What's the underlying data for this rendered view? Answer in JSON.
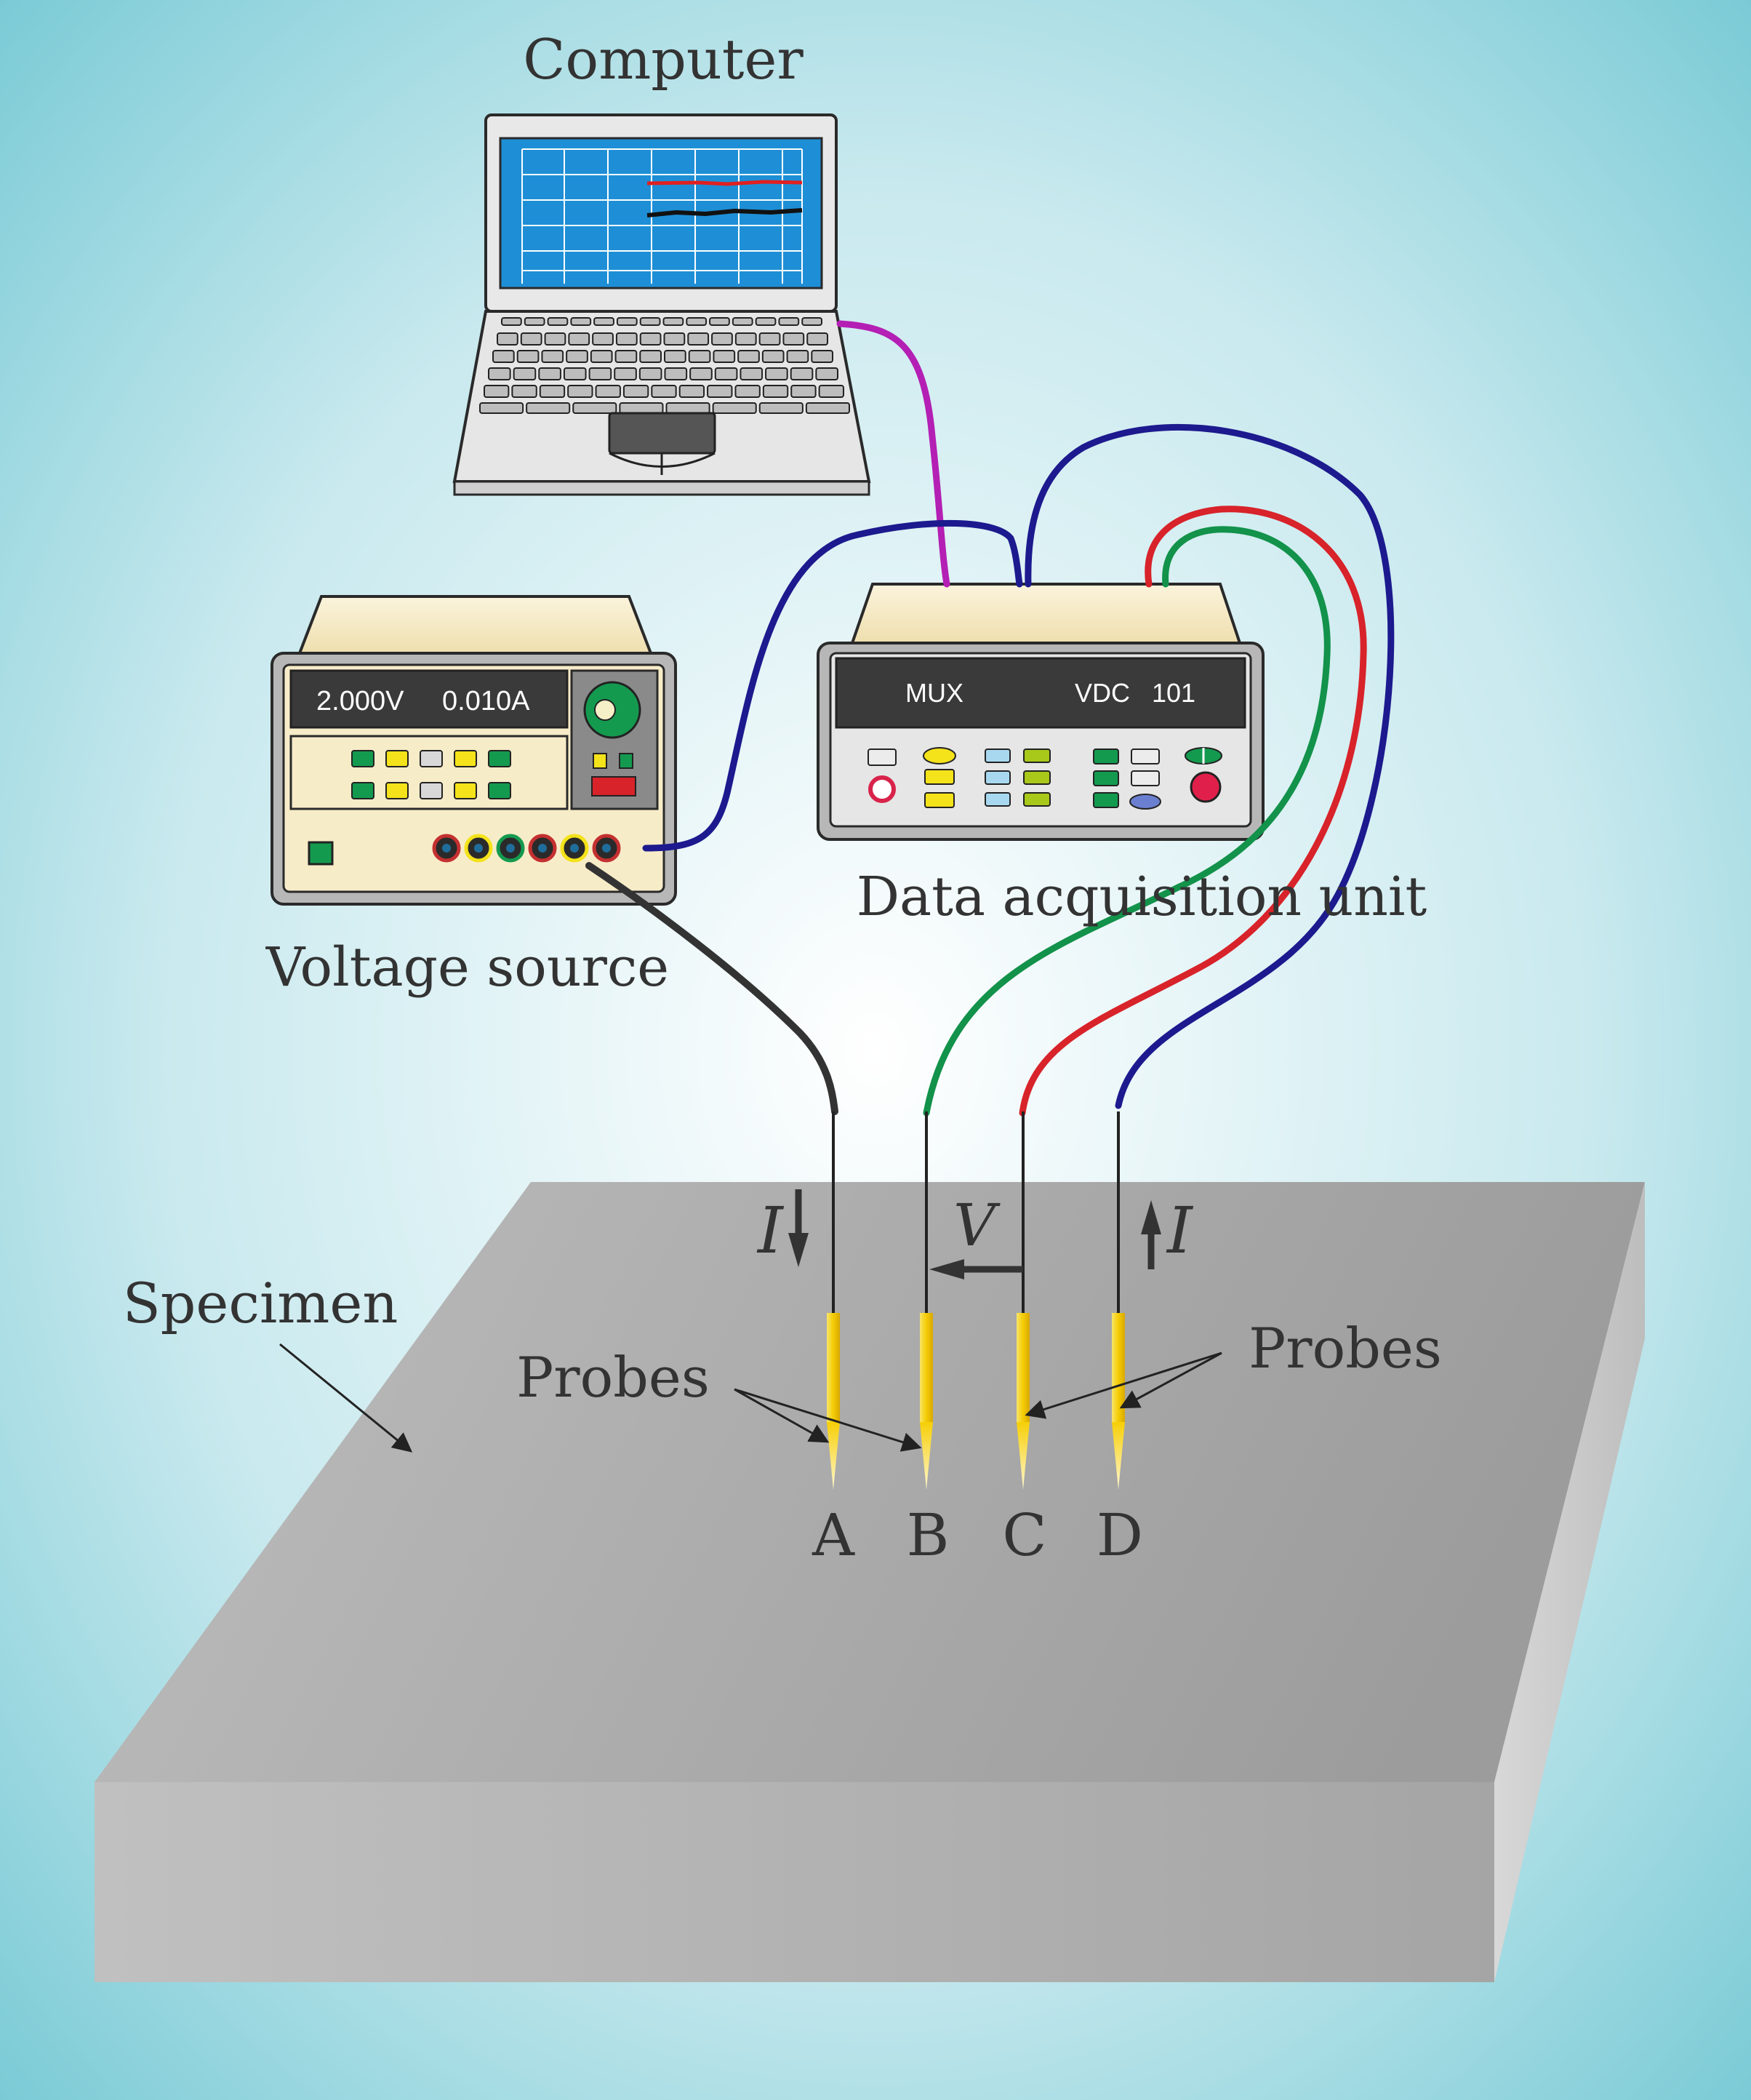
{
  "labels": {
    "computer": "Computer",
    "voltage_source": "Voltage source",
    "data_acquisition_unit": "Data acquisition unit",
    "specimen": "Specimen",
    "probes_left": "Probes",
    "probes_right": "Probes",
    "current_left": "I",
    "current_right": "I",
    "voltage": "V"
  },
  "voltage_source_display": {
    "voltage": "2.000V",
    "current": "0.010A"
  },
  "daq_display": {
    "left": "MUX",
    "right": "VDC   101"
  },
  "probes": [
    "A",
    "B",
    "C",
    "D"
  ],
  "colors": {
    "background_center": "#ffffff",
    "background_edge": "#79cbd6",
    "specimen_top": "#ababab",
    "specimen_front": "#b3b3b3",
    "specimen_side": "#c4c4c4",
    "wire_black": "#333333",
    "wire_green": "#12924a",
    "wire_red": "#d8232a",
    "wire_blue": "#1c1a8e",
    "wire_magenta": "#b41fb4",
    "probe_gold": "#f5d20f",
    "screen_blue": "#1e8fd6",
    "panel_cream": "#f7ecc8",
    "panel_dark": "#3a3a3a"
  }
}
